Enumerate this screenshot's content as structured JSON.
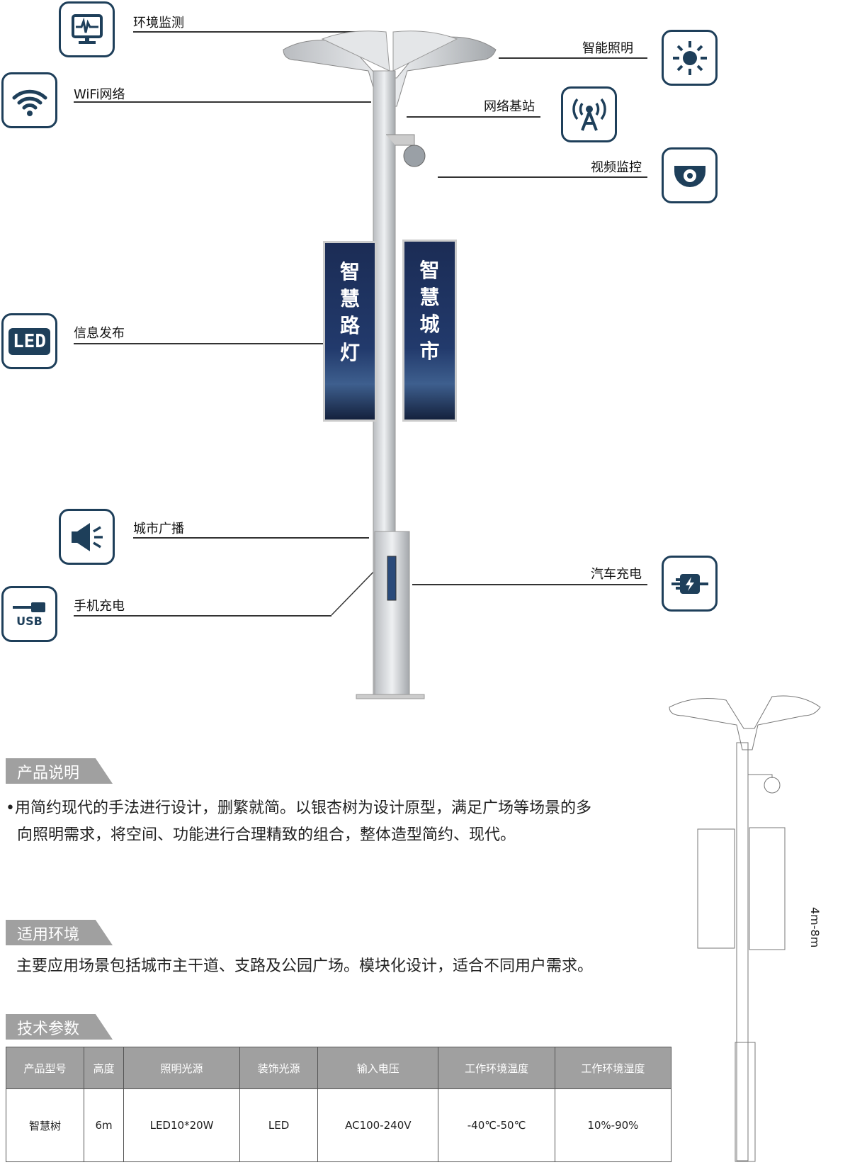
{
  "features": {
    "env": "环境监测",
    "wifi": "WiFi网络",
    "light": "智能照明",
    "station": "网络基站",
    "video": "视频监控",
    "led": "信息发布",
    "broadcast": "城市广播",
    "ev": "汽车充电",
    "phone": "手机充电"
  },
  "icon_text": {
    "led": "LED",
    "usb": "USB"
  },
  "panels": {
    "left": [
      "智",
      "慧",
      "路",
      "灯"
    ],
    "right": [
      "智",
      "慧",
      "城",
      "市"
    ]
  },
  "sections": {
    "desc_title": "产品说明",
    "desc_line1": "•用简约现代的手法进行设计，删繁就简。以银杏树为设计原型，满足广场等场景的多",
    "desc_line2": "向照明需求，将空间、功能进行合理精致的组合，整体造型简约、现代。",
    "env_title": "适用环境",
    "env_text": "主要应用场景包括城市主干道、支路及公园广场。模块化设计，适合不同用户需求。",
    "spec_title": "技术参数"
  },
  "table": {
    "headers": [
      "产品型号",
      "高度",
      "照明光源",
      "装饰光源",
      "输入电压",
      "工作环境温度",
      "工作环境湿度"
    ],
    "row": [
      "智慧树",
      "6m",
      "LED10*20W",
      "LED",
      "AC100-240V",
      "-40℃-50℃",
      "10%-90%"
    ]
  },
  "dimension": "4m-8m",
  "colors": {
    "icon": "#1e3f5a",
    "tag": "#a0a0a0"
  }
}
